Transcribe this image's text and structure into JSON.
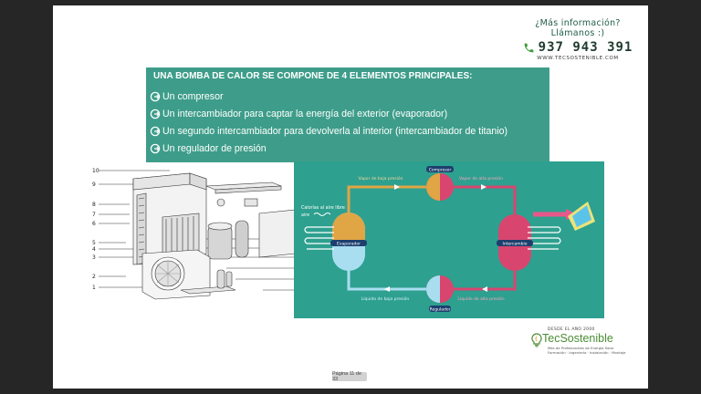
{
  "header": {
    "more_info": "¿Más información?",
    "call_us": "Llámanos :)",
    "phone": "937 943 391",
    "website": "WWW.TECSOSTENIBLE.COM"
  },
  "banner": {
    "title": "UNA BOMBA DE CALOR SE COMPONE DE 4 ELEMENTOS PRINCIPALES:",
    "items": [
      "Un compresor",
      "Un intercambiador para captar la energía del exterior (evaporador)",
      "Un segundo intercambiador para devolverla al interior (intercambiador de titanio)",
      "Un regulador de presión"
    ]
  },
  "exploded_labels": [
    "10",
    "9",
    "8",
    "7",
    "6",
    "5",
    "4",
    "3",
    "2",
    "1"
  ],
  "cycle": {
    "compressor": "Compresor",
    "evaporator": "Evaporador",
    "exchanger": "Intercambio",
    "regulator": "Regulador",
    "hot_gas_low": "Vapor de baja presión",
    "hot_gas_high": "Vapor de alta presión",
    "liquid_low": "Líquido de baja presión",
    "liquid_high": "Líquido de alta presión",
    "ambient_heat": "Calorías al aire libre",
    "air": "aire"
  },
  "pager": "Página 11 de 33",
  "logo": {
    "since": "DESDE EL AÑO 2000",
    "name": "TecSostenible",
    "tag1": "Más de Profesionales de Energía Solar",
    "tag2": "Formación · Ingeniería · Instalación · Montaje"
  },
  "colors": {
    "teal": "#3e9d8a",
    "cycle_bg": "#2ea08f",
    "hot": "#d8466f",
    "warm": "#e0a545",
    "cold": "#a9def0",
    "brand_green": "#4a8d34"
  }
}
